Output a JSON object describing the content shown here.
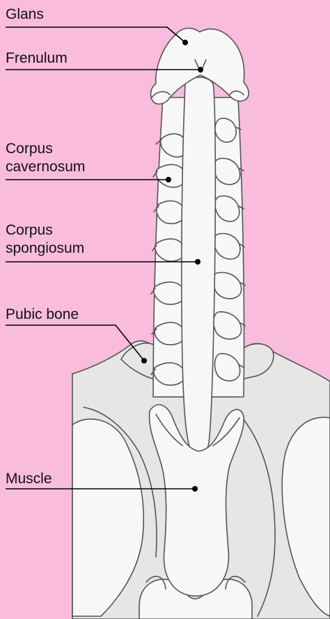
{
  "colors": {
    "background": "#f9bcdc",
    "bone": "#e6e6e6",
    "tissue": "#f7f7f7",
    "outline": "#555555",
    "leader": "#000000"
  },
  "labels": {
    "glans": "Glans",
    "frenulum": "Frenulum",
    "corpus_cavernosum": "Corpus\ncavernosum",
    "corpus_spongiosum": "Corpus\nspongiosum",
    "pubic_bone": "Pubic bone",
    "muscle": "Muscle"
  }
}
